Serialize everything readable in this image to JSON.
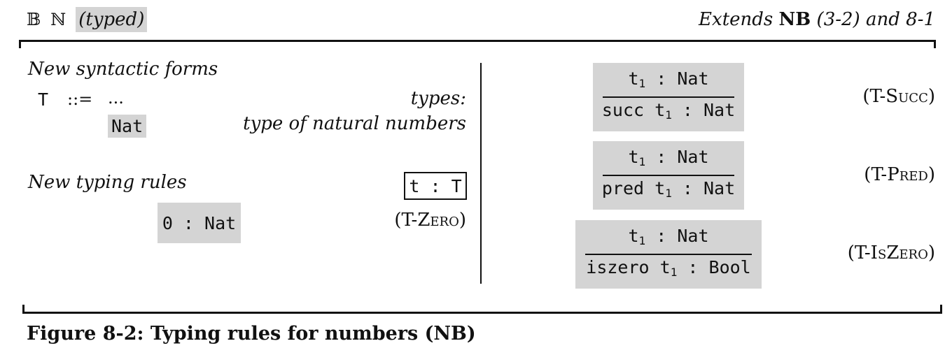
{
  "header": {
    "bool_symbol": "𝔹",
    "nat_symbol": "ℕ",
    "typed_label": "(typed)",
    "extends_prefix": "Extends",
    "extends_name": "NB",
    "extends_rest": "(3-2) and 8-1"
  },
  "syntax": {
    "heading": "New syntactic forms",
    "type_var": "T",
    "defines": "::=",
    "ellipsis": "...",
    "types_label": "types:",
    "nat": "Nat",
    "nat_desc": "type of natural numbers"
  },
  "typing": {
    "heading": "New typing rules",
    "judgement_t": "t",
    "judgement_colon": ":",
    "judgement_T": "T",
    "zero_rule": "0 : Nat",
    "zero_name_prefix": "(T-Z",
    "zero_name_sc": "ero",
    "zero_name_suffix": ")"
  },
  "rules": [
    {
      "premise_t": "t",
      "premise_sub": "1",
      "premise_rest": " : Nat",
      "concl_kw": "succ",
      "concl_t": "t",
      "concl_sub": "1",
      "concl_rest": " : Nat",
      "name_prefix": "(T-S",
      "name_sc": "ucc",
      "name_suffix": ")"
    },
    {
      "premise_t": "t",
      "premise_sub": "1",
      "premise_rest": " : Nat",
      "concl_kw": "pred",
      "concl_t": "t",
      "concl_sub": "1",
      "concl_rest": " : Nat",
      "name_prefix": "(T-P",
      "name_sc": "red",
      "name_suffix": ")"
    },
    {
      "premise_t": "t",
      "premise_sub": "1",
      "premise_rest": " : Nat",
      "concl_kw": "iszero",
      "concl_t": "t",
      "concl_sub": "1",
      "concl_rest": " : Bool",
      "name_prefix": "(T-I",
      "name_sc": "s",
      "name_mid": "Z",
      "name_sc2": "ero",
      "name_suffix": ")"
    }
  ],
  "caption": "Figure 8-2: Typing rules for numbers (NB)"
}
